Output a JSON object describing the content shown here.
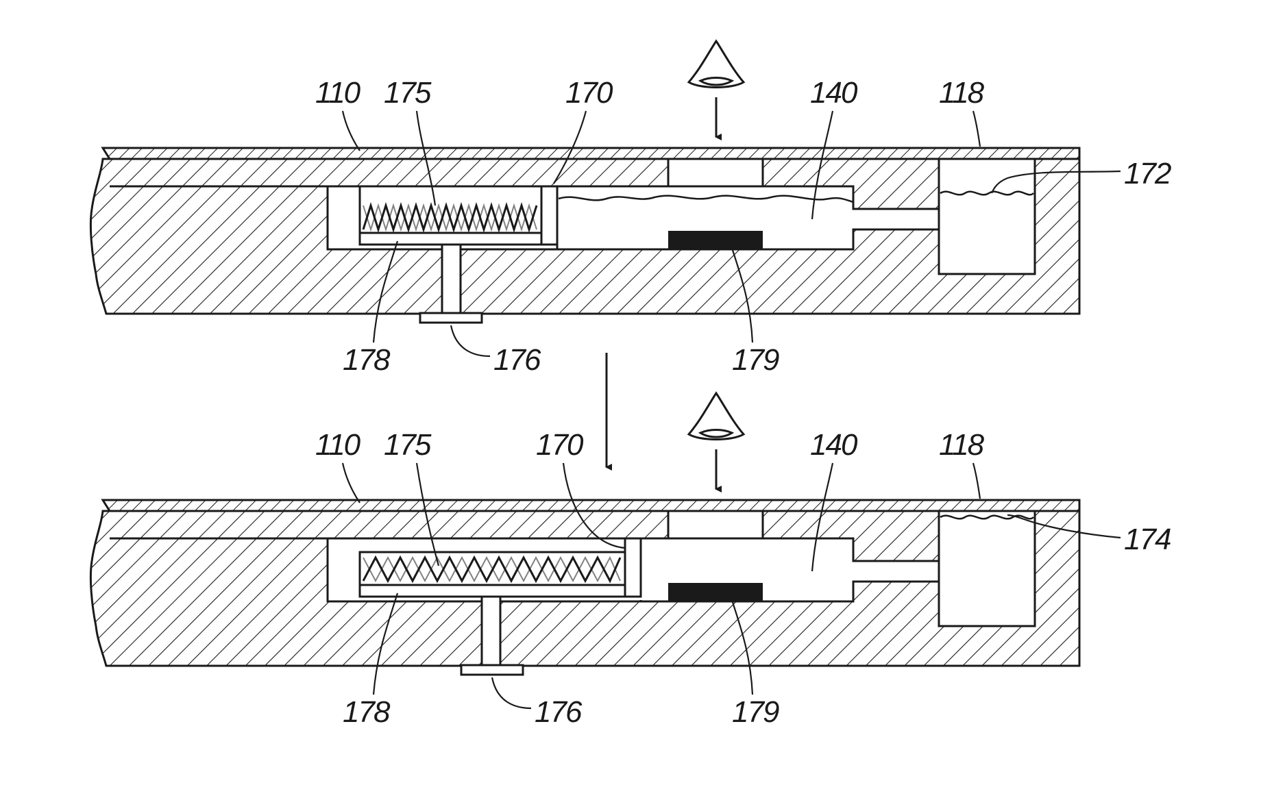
{
  "figure": {
    "top_panel": {
      "labels": {
        "l110": "110",
        "l175": "175",
        "l170": "170",
        "l140": "140",
        "l118": "118",
        "l172": "172",
        "l178": "178",
        "l176": "176",
        "l179": "179"
      }
    },
    "bottom_panel": {
      "labels": {
        "l110": "110",
        "l175": "175",
        "l170": "170",
        "l140": "140",
        "l118": "118",
        "l174": "174",
        "l178": "178",
        "l176": "176",
        "l179": "179"
      }
    },
    "colors": {
      "ink": "#1a1a1a",
      "paper": "#ffffff"
    }
  }
}
